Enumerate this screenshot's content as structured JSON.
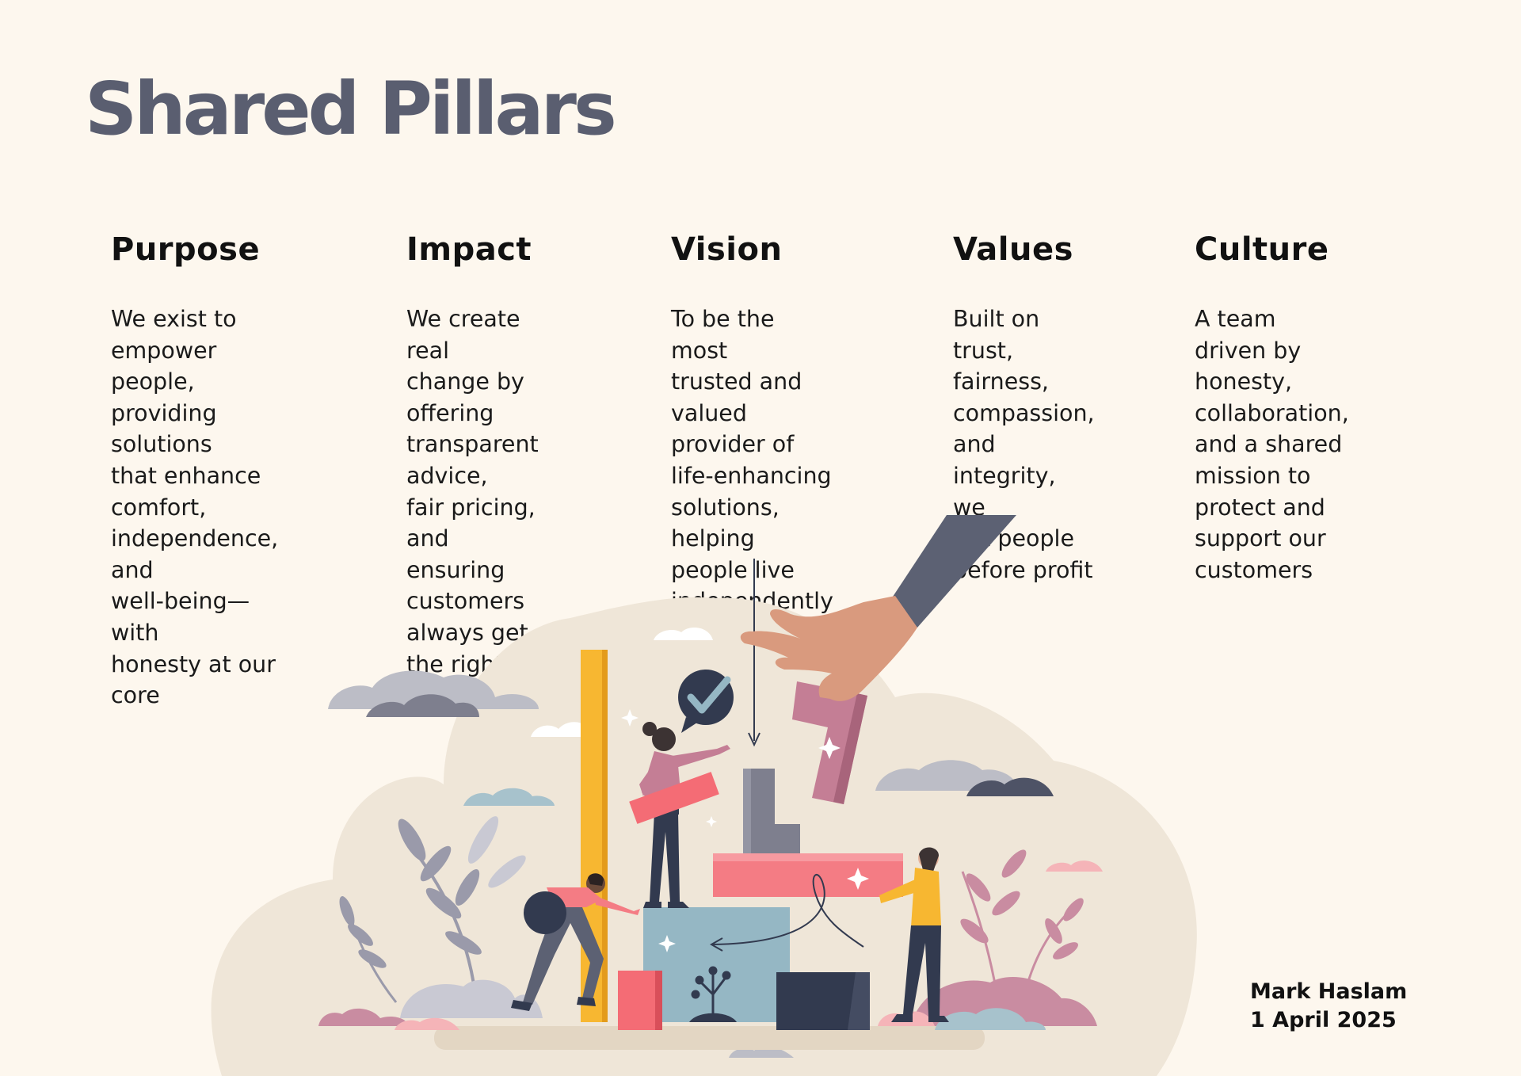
{
  "title": "Shared Pillars",
  "pillars": [
    {
      "heading": "Purpose",
      "text": "We exist to\nempower people,\nproviding solutions\nthat enhance\ncomfort,\nindependence, and\nwell-being—with\nhonesty at our core"
    },
    {
      "heading": "Impact",
      "text": "We create real\nchange by offering\ntransparent advice,\nfair pricing, and\nensuring customers\nalways get the right\nsolution"
    },
    {
      "heading": "Vision",
      "text": "To be the most\ntrusted and\nvalued provider of\nlife-enhancing\nsolutions, helping\npeople live\nindependently\nand with dignity"
    },
    {
      "heading": "Values",
      "text": "Built on trust,\nfairness,\ncompassion,\nand integrity, we\nput people\nbefore profit"
    },
    {
      "heading": "Culture",
      "text": "A team driven by\nhonesty,\ncollaboration,\nand a shared\nmission to\nprotect and\nsupport our\ncustomers"
    }
  ],
  "author": {
    "name": "Mark Haslam",
    "date": "1 April 2025"
  },
  "colors": {
    "background": "#fdf7ee",
    "title": "#5a5e70",
    "blob": "#efe6d8",
    "yellow": "#f7b731",
    "pink": "#f47c84",
    "mauve": "#c47e95",
    "slate": "#5c6173",
    "navy": "#323a4f",
    "blue": "#95b7c4"
  }
}
